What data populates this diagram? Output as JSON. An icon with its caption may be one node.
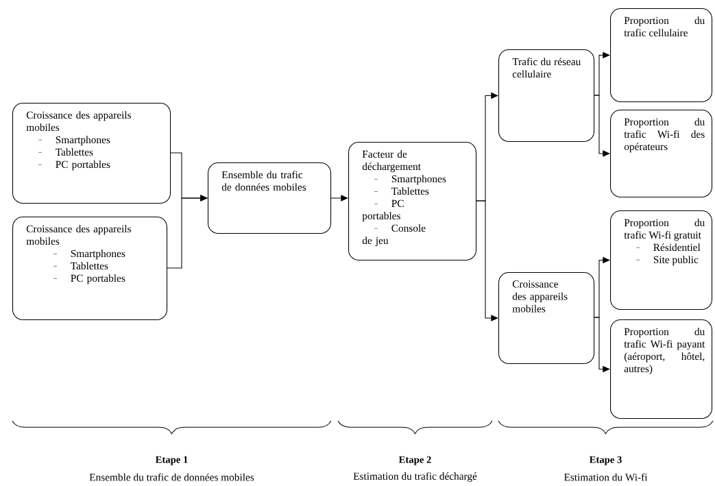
{
  "diagram": {
    "nodes": [
      {
        "text": [
          "Croissance des appareils mobiles",
          "Smartphones",
          "Tablettes",
          "PC portables"
        ]
      },
      {
        "text": [
          "Croissance des appareils mobiles",
          "Smartphones",
          "Tablettes",
          "PC portables"
        ]
      },
      {
        "text": [
          "Ensemble du trafic de données mobiles"
        ]
      },
      {
        "text": [
          "Facteur de déchargement",
          "Smartphones",
          "Tablettes",
          "PC portables",
          "Console de jeu"
        ]
      },
      {
        "text": [
          "Trafic du réseau cellulaire"
        ]
      },
      {
        "text": [
          "Croissance des appareils mobiles"
        ]
      },
      {
        "text": [
          "Proportion du trafic cellulaire"
        ]
      },
      {
        "text": [
          "Proportion du trafic Wi-fi des opérateurs"
        ]
      },
      {
        "text": [
          "Proportion du trafic Wi-fi gratuit",
          "Résidentiel",
          "Site public"
        ]
      },
      {
        "text": [
          "Proportion du trafic Wi-fi payant (aéroport, hôtel, autres)"
        ]
      }
    ],
    "edges": [
      {
        "from": 0,
        "to": 2,
        "arrow": "to"
      },
      {
        "from": 1,
        "to": 2,
        "arrow": "to"
      },
      {
        "from": 2,
        "to": 3,
        "arrow": "to"
      },
      {
        "from": 3,
        "to": 4,
        "arrow": "to"
      },
      {
        "from": 3,
        "to": 5,
        "arrow": "to"
      },
      {
        "from": 4,
        "to": 6,
        "arrow": "to"
      },
      {
        "from": 4,
        "to": 7,
        "arrow": "to"
      },
      {
        "from": 5,
        "to": 8,
        "arrow": "to"
      },
      {
        "from": 5,
        "to": 9,
        "arrow": "to"
      }
    ],
    "labels": [
      "Etape 1",
      "Ensemble du trafic de données mobiles",
      "Etape 2",
      "Estimation du trafic déchargé",
      "Etape 3",
      "Estimation du Wi-fi"
    ]
  }
}
